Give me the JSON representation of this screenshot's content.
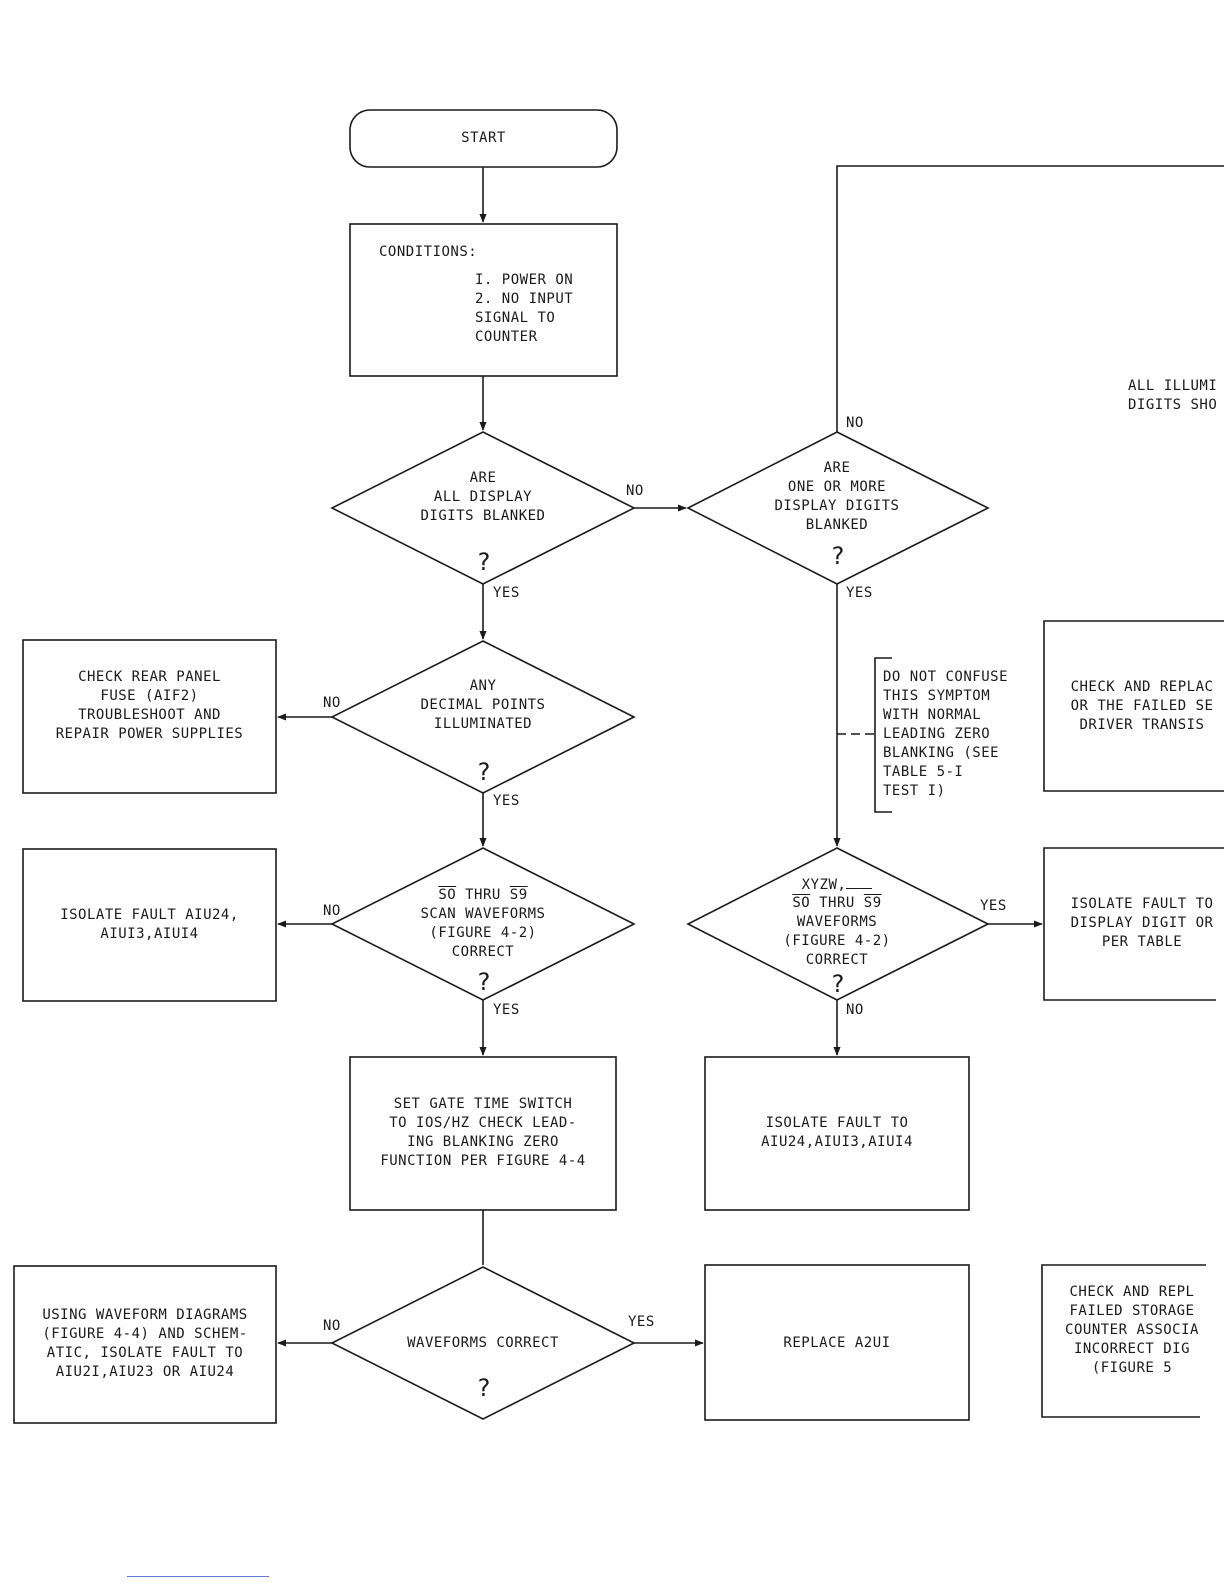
{
  "nodes": {
    "start": "START",
    "conditions_title": "CONDITIONS:",
    "conditions_lines": "I. POWER ON\n2. NO INPUT\nSIGNAL TO\nCOUNTER",
    "d_all_blanked": "ARE\nALL DISPLAY\nDIGITS BLANKED",
    "d_one_or_more": "ARE\nONE OR MORE\nDISPLAY DIGITS\nBLANKED",
    "d_decimal": "ANY\nDECIMAL POINTS\nILLUMINATED",
    "d_scan_p1": "SO",
    "d_scan_p2": " THRU ",
    "d_scan_p3": "S9",
    "d_scan_rest": "SCAN WAVEFORMS\n(FIGURE 4-2)\nCORRECT",
    "d_xyzw_p1": "XYZW,",
    "d_xyzw_p2": "SO",
    "d_xyzw_p3": " THRU ",
    "d_xyzw_p4": "S9",
    "d_xyzw_rest": "WAVEFORMS\n(FIGURE 4-2)\nCORRECT",
    "d_waveforms": "WAVEFORMS CORRECT",
    "b_rear_panel": "CHECK REAR PANEL\nFUSE (AIF2)\nTROUBLESHOOT AND\nREPAIR POWER SUPPLIES",
    "b_isolate_a1u24": "ISOLATE FAULT AIU24,\nAIUI3,AIUI4",
    "b_gate_time": "SET GATE TIME SWITCH\nTO IOS/HZ CHECK LEAD-\nING BLANKING ZERO\nFUNCTION PER FIGURE 4-4",
    "b_using_waveform": "USING WAVEFORM DIAGRAMS\n(FIGURE 4-4) AND SCHEM-\nATIC, ISOLATE FAULT TO\nAIU2I,AIU23 OR AIU24",
    "b_isolate_to": "ISOLATE FAULT TO\nAIU24,AIUI3,AIUI4",
    "b_replace": "REPLACE A2UI",
    "b_check_replace_right": "CHECK AND REPLAC\nOR THE FAILED SE\nDRIVER TRANSIS",
    "b_isolate_digit": "ISOLATE FAULT TO\nDISPLAY DIGIT OR\nPER TABLE",
    "b_check_storage": "CHECK AND REPL\nFAILED STORAGE\nCOUNTER ASSOCIA\nINCORRECT DIG\n(FIGURE 5",
    "note": "DO NOT CONFUSE\nTHIS SYMPTOM\nWITH NORMAL\nLEADING ZERO\nBLANKING (SEE\nTABLE 5-I\nTEST I)",
    "right_text": "ALL ILLUMI\nDIGITS SHO"
  },
  "labels": {
    "yes": "YES",
    "no": "NO",
    "question": "?"
  }
}
